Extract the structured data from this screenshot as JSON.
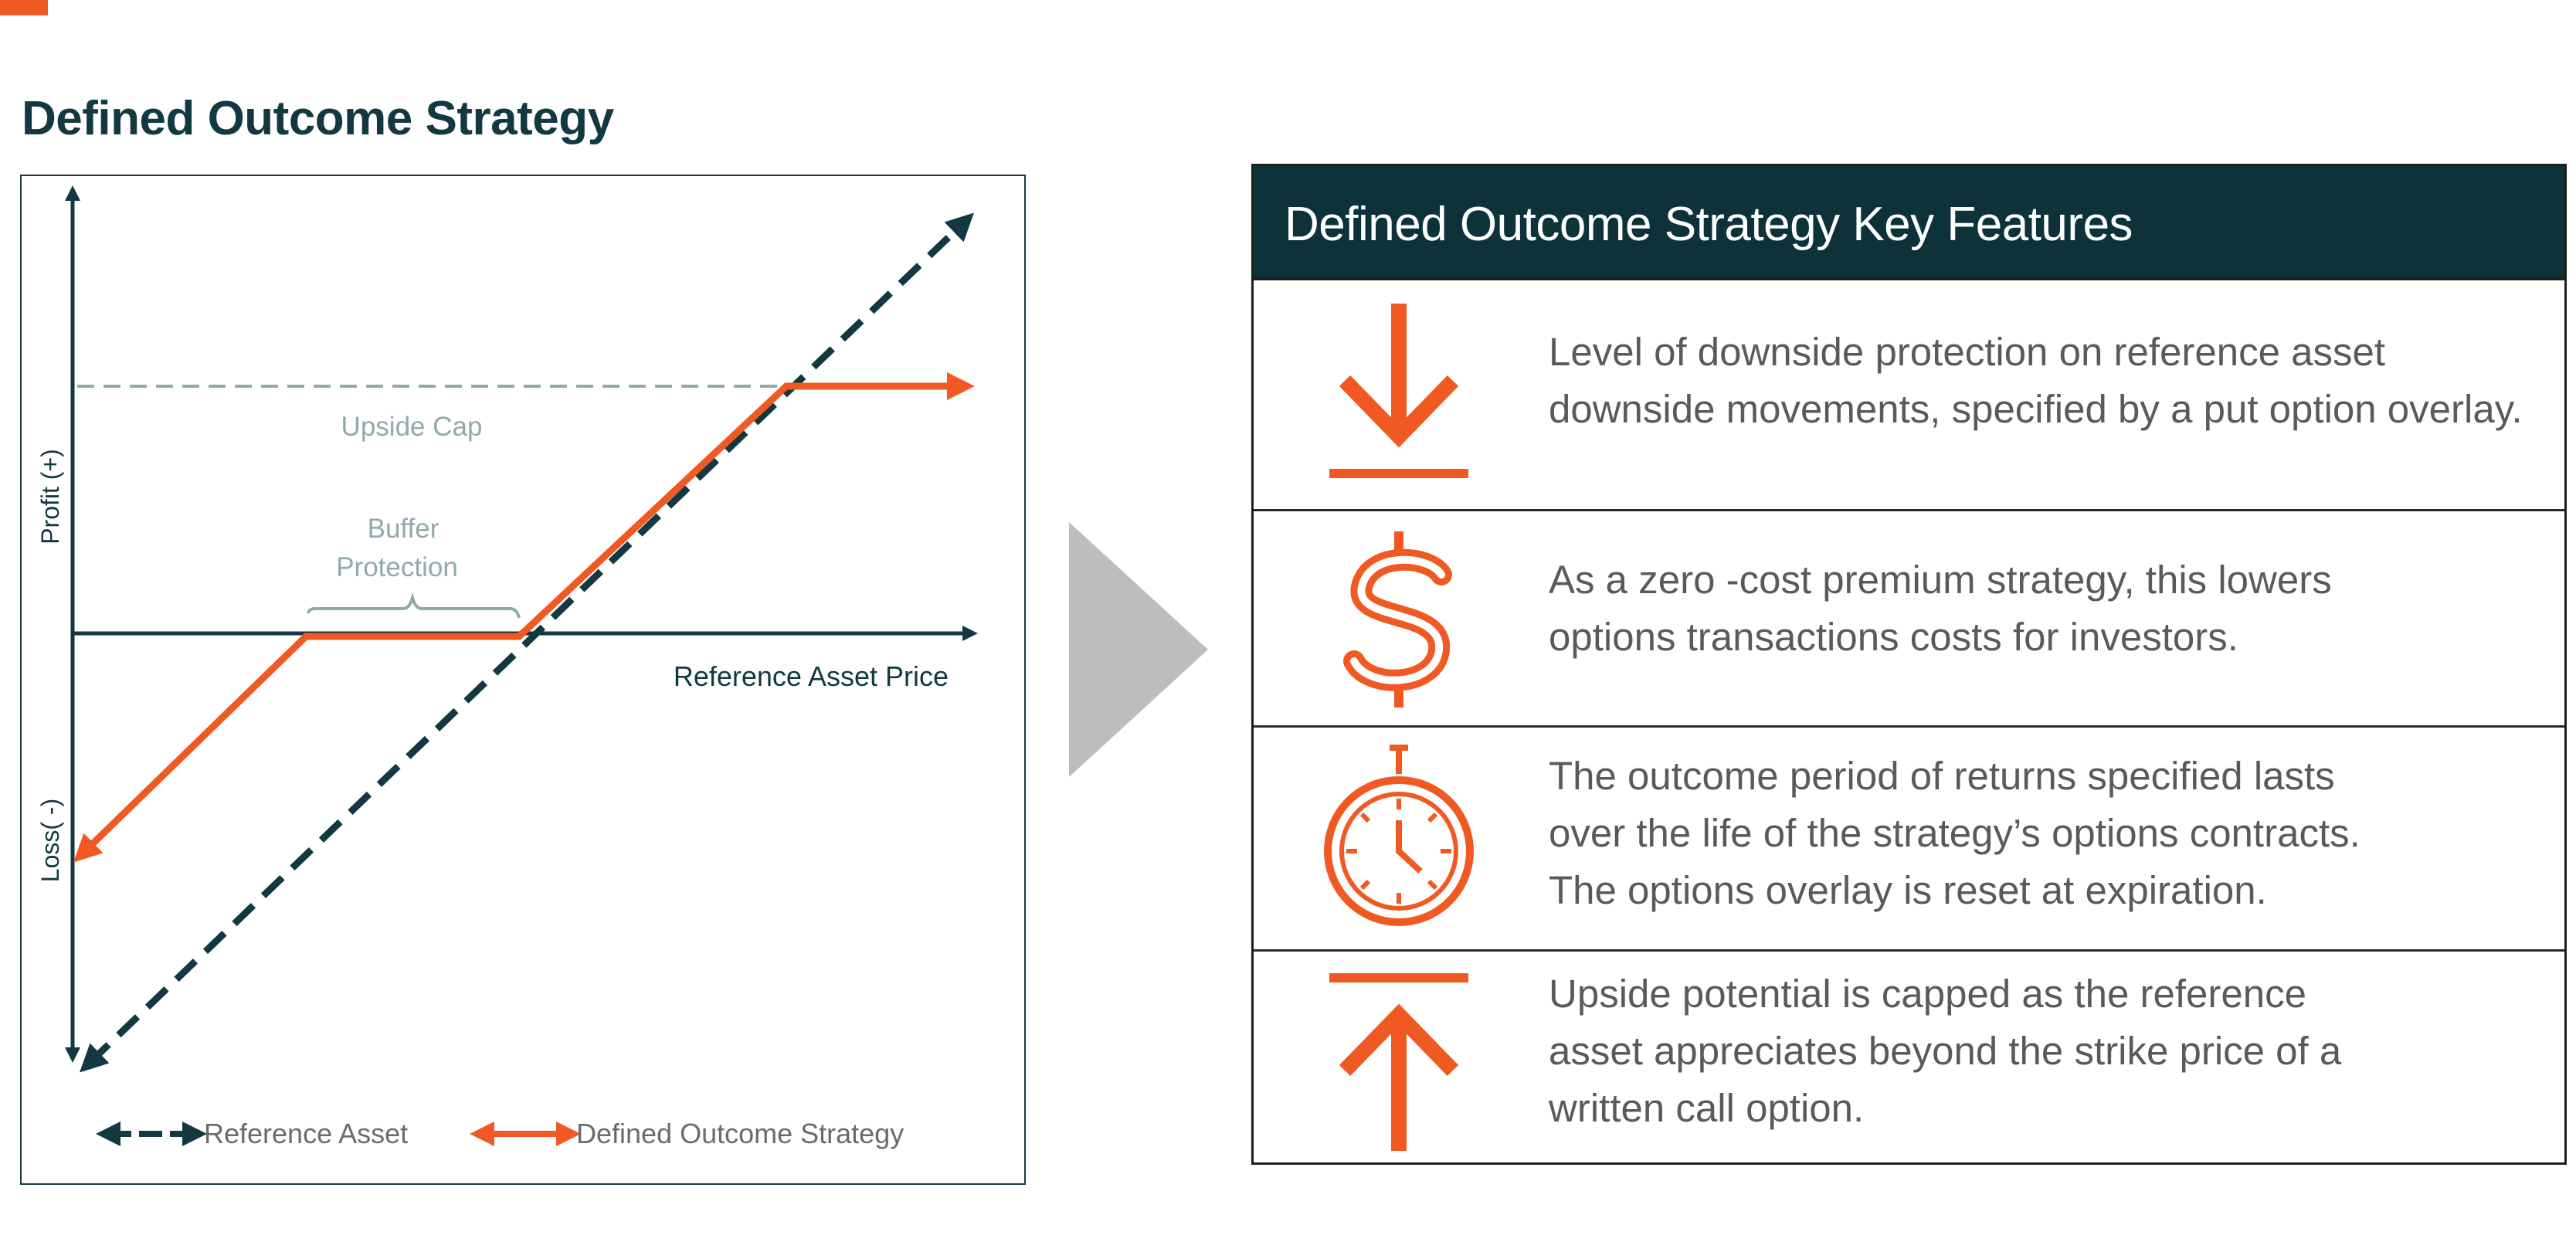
{
  "page": {
    "title": "Defined Outcome Strategy",
    "accent_color": "#f05a22",
    "dark_color": "#0e3239"
  },
  "diagram": {
    "y_axis_positive": "Profit (+)",
    "y_axis_negative": "Loss( -)",
    "x_axis": "Reference Asset Price",
    "upside_cap_label": "Upside Cap",
    "buffer_label_line1": "Buffer",
    "buffer_label_line2": "Protection",
    "legend": {
      "reference_asset": "Reference Asset",
      "defined_outcome": "Defined Outcome Strategy"
    },
    "colors": {
      "reference_asset": "#123842",
      "defined_outcome": "#f05a22",
      "annotation": "#8faaab"
    }
  },
  "features": {
    "title": "Defined Outcome Strategy Key Features",
    "items": [
      {
        "icon": "downside-protection-icon",
        "text": "Level of downside protection on reference asset\ndownside movements, specified by a put option overlay."
      },
      {
        "icon": "dollar-sign-icon",
        "text": "As a  zero -cost premium strategy, this lowers\noptions transactions costs for investors."
      },
      {
        "icon": "stopwatch-icon",
        "text": "The outcome period of returns specified lasts\nover the life of the strategy’s options contracts.\nThe options overlay is reset at expiration."
      },
      {
        "icon": "upside-cap-icon",
        "text": "Upside potential is capped as the reference\nasset appreciates beyond the strike price of a\nwritten call option."
      }
    ]
  }
}
